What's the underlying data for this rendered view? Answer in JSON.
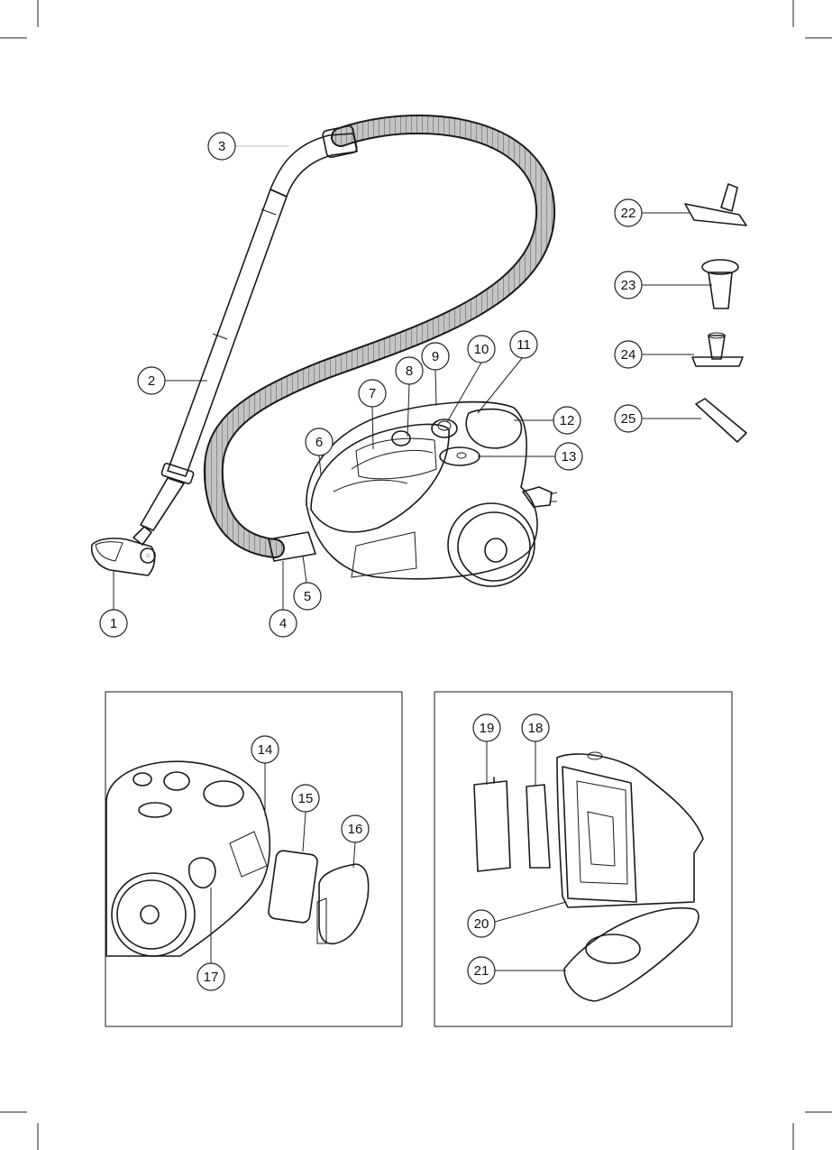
{
  "callouts": {
    "c1": "1",
    "c2": "2",
    "c3": "3",
    "c4": "4",
    "c5": "5",
    "c6": "6",
    "c7": "7",
    "c8": "8",
    "c9": "9",
    "c10": "10",
    "c11": "11",
    "c12": "12",
    "c13": "13",
    "c14": "14",
    "c15": "15",
    "c16": "16",
    "c17": "17",
    "c18": "18",
    "c19": "19",
    "c20": "20",
    "c21": "21",
    "c22": "22",
    "c23": "23",
    "c24": "24",
    "c25": "25"
  },
  "colors": {
    "line": "#1a1a1a",
    "body_light": "#e6e6e6",
    "body_mid": "#c8c8c8",
    "wheel": "#9a9a9a",
    "hose": "#bdbdbd"
  }
}
